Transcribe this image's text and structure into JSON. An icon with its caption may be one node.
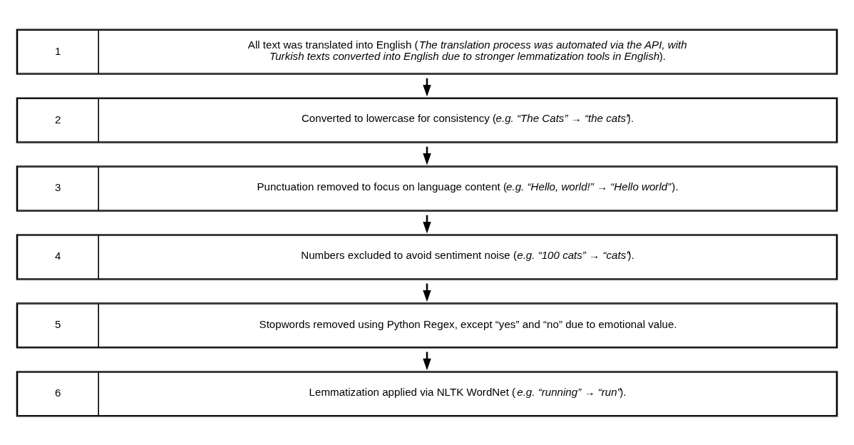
{
  "diagram": {
    "nodes": [
      {
        "text": [
          "1",
          "All text was translated into English (*The translation process was automated via the API, with Turkish texts converted into English due to stronger lemmatization tools in English*)."
        ]
      },
      {
        "text": [
          "2",
          "Converted to lowercase for consistency (*e.g. “The Cats” → “the cats”*)."
        ]
      },
      {
        "text": [
          "3",
          "Punctuation removed to focus on language content (*e.g. “Hello, world!” → “Hello world”*)."
        ]
      },
      {
        "text": [
          "4",
          "Numbers excluded to avoid sentiment noise (*e.g. “100 cats” → “cats”*)."
        ]
      },
      {
        "text": [
          "5",
          "Stopwords removed using Python Regex, except “yes” and “no” due to emotional value."
        ]
      },
      {
        "text": [
          "6",
          "Lemmatization applied via NLTK WordNet (*e.g. “running” → “run”*)."
        ]
      }
    ],
    "edges": [
      {
        "from": 0,
        "to": 1,
        "arrow": "to"
      },
      {
        "from": 1,
        "to": 2,
        "arrow": "to"
      },
      {
        "from": 2,
        "to": 3,
        "arrow": "to"
      },
      {
        "from": 3,
        "to": 4,
        "arrow": "to"
      },
      {
        "from": 4,
        "to": 5,
        "arrow": "to"
      }
    ]
  }
}
